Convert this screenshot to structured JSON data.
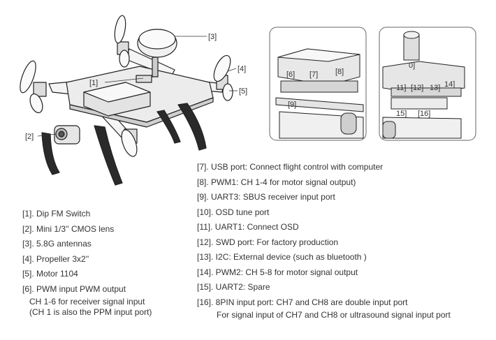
{
  "callouts": {
    "c1": "[1]",
    "c2": "[2]",
    "c3": "[3]",
    "c4": "[4]",
    "c5": "[5]",
    "c6": "[6]",
    "c7": "[7]",
    "c8": "[8]",
    "c9": "[9]",
    "c10": "0]",
    "c11": "11]",
    "c12": "[12]",
    "c13": "13]",
    "c14": "14]",
    "c15": "15]",
    "c16": "[16]"
  },
  "legend_left": {
    "i1": "[1]. Dip FM Switch",
    "i2": "[2]. Mini 1/3'' CMOS lens",
    "i3": "[3]. 5.8G antennas",
    "i4": "[4]. Propeller 3x2''",
    "i5": "[5]. Motor 1104",
    "i6": "[6]. PWM input   PWM output",
    "i6b": "CH 1-6 for receiver signal input",
    "i6c": "(CH 1 is also the PPM input port)"
  },
  "legend_right": {
    "i7": "[7]. USB port: Connect flight control with computer",
    "i8": "[8]. PWM1: CH 1-4 for motor signal output)",
    "i9": "[9]. UART3: SBUS receiver input port",
    "i10": "[10]. OSD tune port",
    "i11": "[11]. UART1: Connect OSD",
    "i12": "[12]. SWD port: For factory production",
    "i13": "[13]. I2C: External device (such as bluetooth )",
    "i14": "[14]. PWM2: CH 5-8 for motor signal output",
    "i15": "[15]. UART2: Spare",
    "i16": "[16]. 8PIN input port: CH7 and CH8 are double input port",
    "i16b": "For signal input of CH7 and CH8 or ultrasound signal input port"
  }
}
